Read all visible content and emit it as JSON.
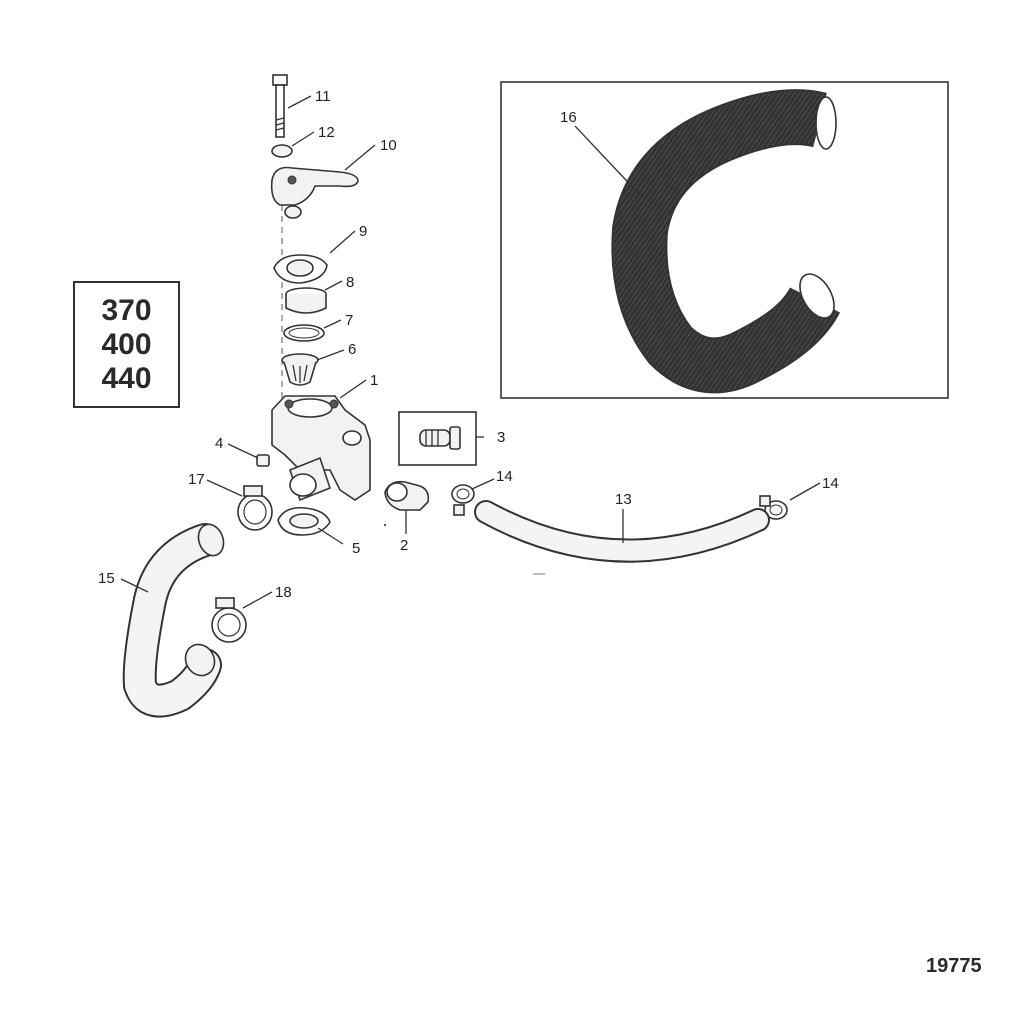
{
  "models": [
    "370",
    "400",
    "440"
  ],
  "figure_number": "19775",
  "callouts": {
    "c1": "1",
    "c2": "2",
    "c3": "3",
    "c4": "4",
    "c5": "5",
    "c6": "6",
    "c7": "7",
    "c8": "8",
    "c9": "9",
    "c10": "10",
    "c11": "11",
    "c12": "12",
    "c13": "13",
    "c14a": "14",
    "c14b": "14",
    "c15": "15",
    "c16": "16",
    "c17": "17",
    "c18": "18"
  }
}
